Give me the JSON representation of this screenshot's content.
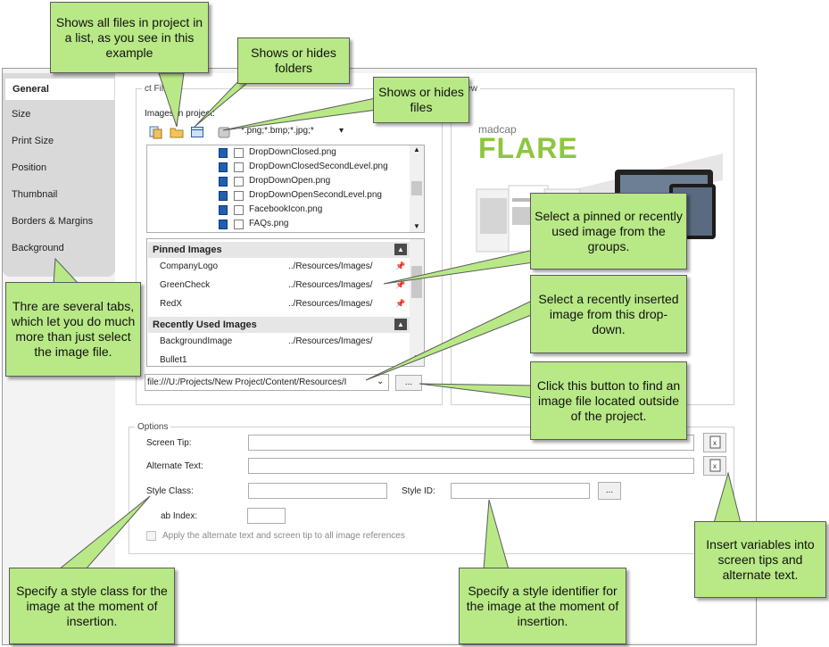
{
  "tabs": [
    "General",
    "Size",
    "Print Size",
    "Position",
    "Thumbnail",
    "Borders & Margins",
    "Background"
  ],
  "select_file": {
    "legend": "ct File",
    "images_label": "Images in project:",
    "filter_value": "*.png;*.bmp;*.jpg;*",
    "files": [
      "DropDownClosed.png",
      "DropDownClosedSecondLevel.png",
      "DropDownOpen.png",
      "DropDownOpenSecondLevel.png",
      "FacebookIcon.png",
      "FAQs.png"
    ],
    "pinned_header": "Pinned Images",
    "pinned": [
      {
        "name": "CompanyLogo",
        "path": "../Resources/Images/"
      },
      {
        "name": "GreenCheck",
        "path": "../Resources/Images/"
      },
      {
        "name": "RedX",
        "path": "../Resources/Images/"
      }
    ],
    "recent_header": "Recently Used Images",
    "recent": [
      {
        "name": "BackgroundImage",
        "path": "../Resources/Images/"
      },
      {
        "name": "Bullet1",
        "path": ""
      }
    ],
    "path_value": "file:///U:/Projects/New Project/Content/Resources/I",
    "browse_label": "..."
  },
  "preview": {
    "legend": "view",
    "brand_small": "madcap",
    "brand_big": "FLARE"
  },
  "options": {
    "legend": "Options",
    "screen_tip_label": "Screen Tip:",
    "alt_text_label": "Alternate Text:",
    "style_class_label": "Style Class:",
    "style_id_label": "Style ID:",
    "style_id_btn": "...",
    "tab_index_label": "ab Index:",
    "apply_label": "Apply the alternate text and screen tip to all image references",
    "var_icon_text": "x"
  },
  "callouts": {
    "list": "Shows all files in project in a list, as you see in this example",
    "folders": "Shows or hides folders",
    "files": "Shows or hides files",
    "pinned": "Select a pinned or recently used image from the groups.",
    "recent": "Select a recently inserted image from this drop-down.",
    "browse": "Click this button to find an image file located outside of the project.",
    "tabs": "Thre are several tabs, which let you do much more than just select the image file.",
    "variables": "Insert variables into screen tips and alternate text.",
    "style_class": "Specify a style class for the image at the moment of insertion.",
    "style_id": "Specify a style identifier for the image at the moment of insertion."
  },
  "colors": {
    "callout": "#b8e986",
    "flare": "#8dc63f",
    "file_icon": "#1f5fb0"
  }
}
